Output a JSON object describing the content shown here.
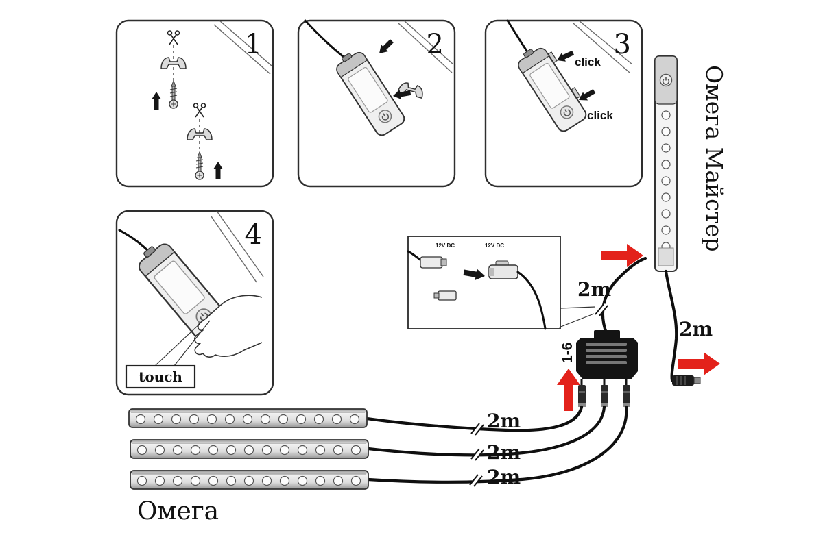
{
  "colors": {
    "accent_red": "#e3221b",
    "ink": "#111111"
  },
  "steps": [
    {
      "number": "1"
    },
    {
      "number": "2"
    },
    {
      "number": "3"
    },
    {
      "number": "4"
    }
  ],
  "panel3": {
    "click_top": "click",
    "click_bottom": "click"
  },
  "panel4": {
    "touch_label": "touch"
  },
  "inset": {
    "left_plug_label": "12V DC",
    "right_plug_label": "12V DC"
  },
  "distributor": {
    "ports_label": "1-6"
  },
  "cables": {
    "master_input_length": "2m",
    "master_output_length": "2m",
    "strip1_length": "2m",
    "strip2_length": "2m",
    "strip3_length": "2m"
  },
  "products": {
    "master_strip_name": "Омега Майстер",
    "strip_series_name": "Омега"
  }
}
